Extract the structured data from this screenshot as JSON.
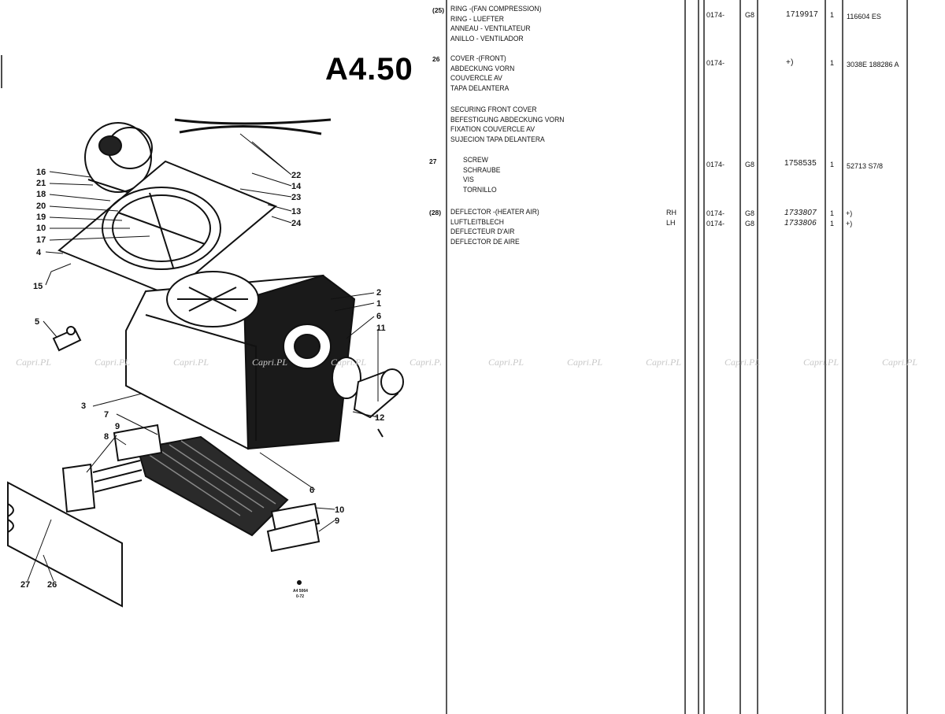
{
  "page_code": "A4.50",
  "stamp": [
    "A4 5064",
    "0-72"
  ],
  "watermark": "Capri.PL",
  "callouts": [
    "16",
    "21",
    "18",
    "20",
    "19",
    "10",
    "17",
    "4",
    "15",
    "22",
    "14",
    "23",
    "13",
    "24",
    "2",
    "1",
    "6",
    "11",
    "5",
    "3",
    "7",
    "8",
    "9",
    "12",
    "6",
    "10",
    "9",
    "27",
    "26"
  ],
  "parts": [
    {
      "ref": "(25)",
      "lines": [
        "RING -(FAN COMPRESSION)",
        "RING - LUEFTER",
        "ANNEAU - VENTILATEUR",
        "ANILLO - VENTILADOR"
      ],
      "side": "",
      "year": "0174-",
      "code": "G8",
      "part_no": "1719917",
      "qty": "1",
      "fin": "116604 ES"
    },
    {
      "ref": "26",
      "lines": [
        "COVER -(FRONT)",
        "ABDECKUNG VORN",
        "COUVERCLE AV",
        "TAPA DELANTERA"
      ],
      "side": "",
      "year": "0174-",
      "code": "",
      "part_no": "+)",
      "qty": "1",
      "fin": "3038E 188286 A"
    },
    {
      "ref": "",
      "lines": [
        "SECURING FRONT COVER",
        "BEFESTIGUNG ABDECKUNG VORN",
        "FIXATION COUVERCLE AV",
        "SUJECION TAPA DELANTERA"
      ]
    },
    {
      "ref": "27",
      "lines": [
        "SCREW",
        "SCHRAUBE",
        "VIS",
        "TORNILLO"
      ],
      "side": "",
      "year": "0174-",
      "code": "G8",
      "part_no": "1758535",
      "qty": "1",
      "fin": "52713 S7/8"
    },
    {
      "ref": "(28)",
      "lines": [
        "DEFLECTOR -(HEATER AIR)",
        "LUFTLEITBLECH",
        "DEFLECTEUR D'AIR",
        "DEFLECTOR DE AIRE"
      ],
      "rows": [
        {
          "side": "RH",
          "year": "0174-",
          "code": "G8",
          "part_no": "1733807",
          "qty": "1",
          "fin": "+)"
        },
        {
          "side": "LH",
          "year": "0174-",
          "code": "G8",
          "part_no": "1733806",
          "qty": "1",
          "fin": "+)"
        }
      ]
    }
  ]
}
